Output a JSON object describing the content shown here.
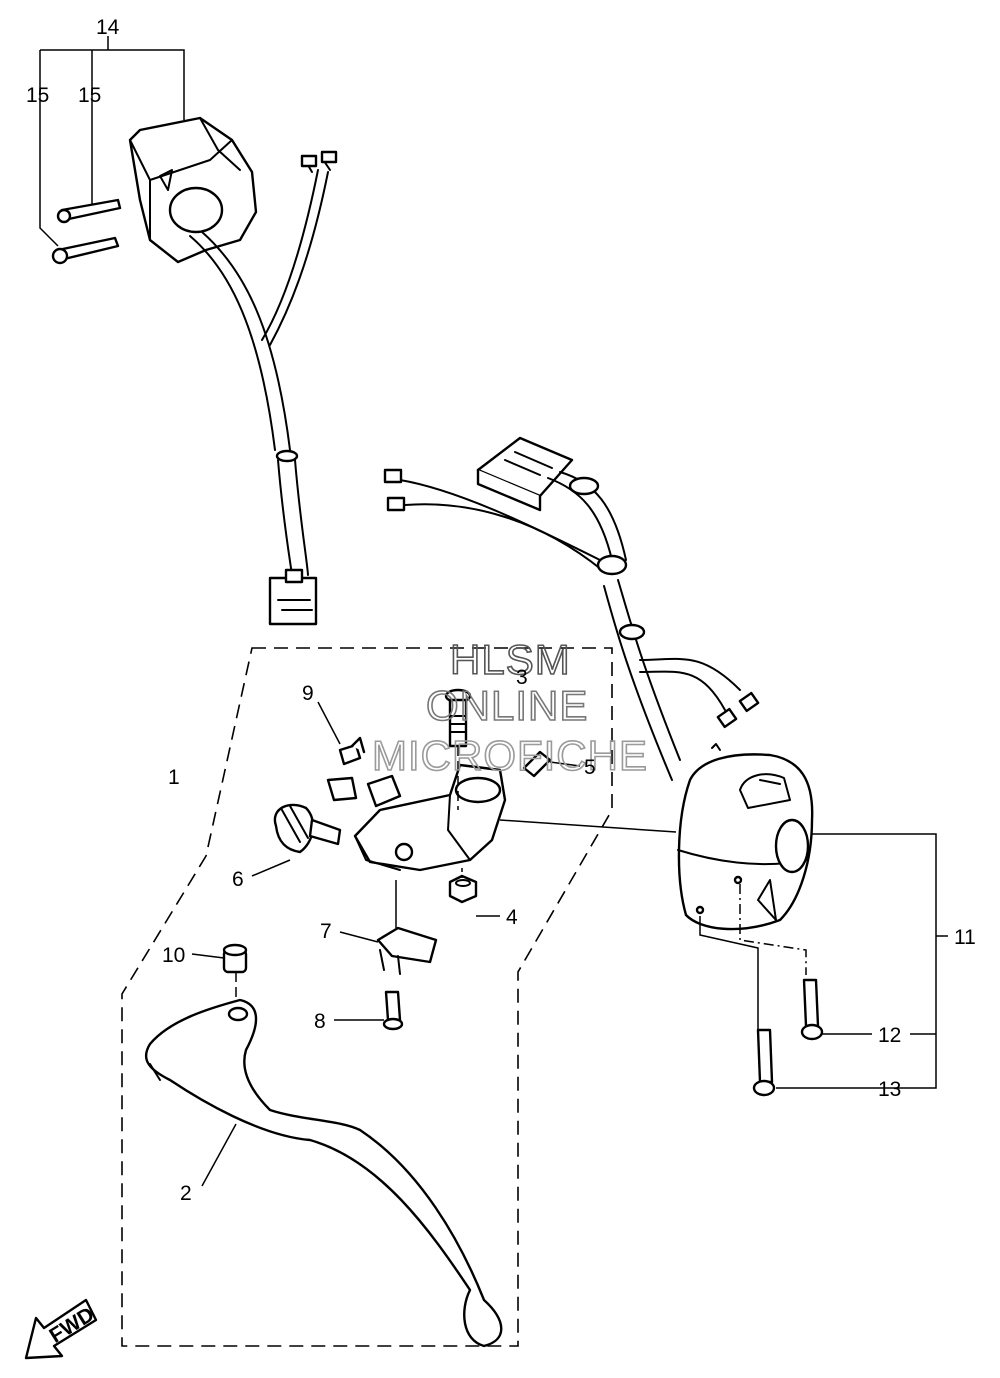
{
  "callouts": {
    "c1": "1",
    "c2": "2",
    "c3": "3",
    "c4": "4",
    "c5": "5",
    "c6": "6",
    "c7": "7",
    "c8": "8",
    "c9": "9",
    "c10": "10",
    "c11": "11",
    "c12": "12",
    "c13": "13",
    "c14": "14",
    "c15a": "15",
    "c15b": "15"
  },
  "watermark": {
    "line1": "HLSM",
    "line2": "ONLINE",
    "line3": "MICROFICHE"
  },
  "fwd_label": "FWD",
  "colors": {
    "ink": "#000000",
    "watermark_1": "#555555",
    "watermark_2": "#777777",
    "watermark_3": "#9a9a9a"
  }
}
